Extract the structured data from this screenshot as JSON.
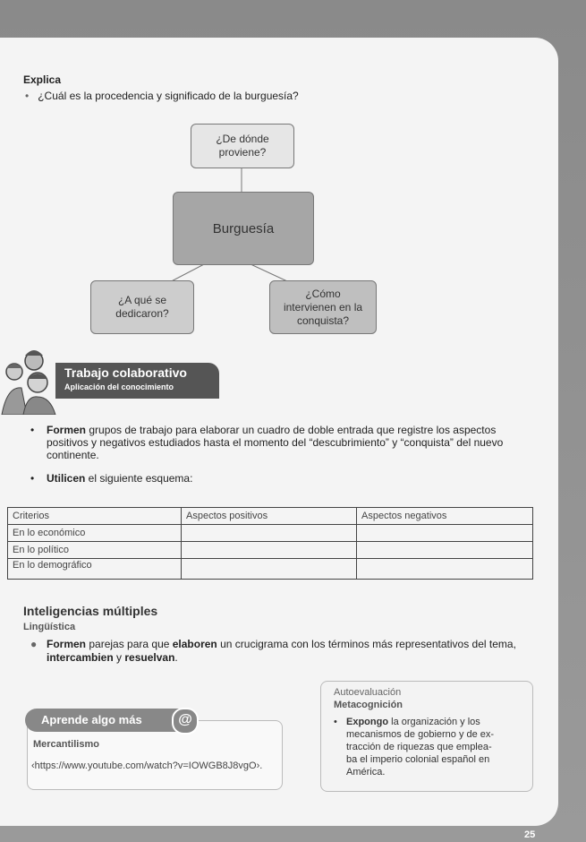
{
  "explica": {
    "title": "Explica",
    "question": "¿Cuál es la procedencia y significado de la burguesía?"
  },
  "diagram": {
    "center": "Burguesía",
    "top": [
      "¿De dónde",
      "proviene?"
    ],
    "left": [
      "¿A qué se",
      "dedicaron?"
    ],
    "right": [
      "¿Cómo",
      "intervienen en la",
      "conquista?"
    ]
  },
  "trabajo": {
    "title": "Trabajo colaborativo",
    "subtitle": "Aplicación del conocimiento",
    "bullet1_bold": "Formen",
    "bullet1_rest": " grupos de trabajo para elaborar un cuadro de doble entrada que registre los aspectos positivos y negativos estudiados hasta el momento del “descubrimiento” y “conquista” del nuevo continente.",
    "bullet2_bold": "Utilicen",
    "bullet2_rest": " el siguiente esquema:"
  },
  "table": {
    "headers": [
      "Criterios",
      "Aspectos positivos",
      "Aspectos negativos"
    ],
    "rows": [
      "En lo económico",
      "En lo político",
      "En lo demográfico"
    ]
  },
  "inteligencias": {
    "title": "Inteligencias múltiples",
    "subtitle": "Lingüística",
    "b1": "Formen",
    "t1": " parejas para que ",
    "b2": "elaboren",
    "t2": " un crucigrama con los términos más representativos del tema, ",
    "b3": "intercambien",
    "t3": " y ",
    "b4": "resuelvan",
    "t4": "."
  },
  "aprende": {
    "tab": "Aprende algo más",
    "icon": "@",
    "topic": "Mercantilismo",
    "url": "‹https://www.youtube.com/watch?v=IOWGB8J8vgO›."
  },
  "autoevaluacion": {
    "title": "Autoevaluación",
    "subtitle": "Metacognición",
    "bold": "Expongo",
    "lines": [
      " la organización y los",
      "mecanismos de gobierno y de ex-",
      "tracción de riquezas que emplea-",
      "ba el imperio colonial español en",
      "América."
    ]
  },
  "page_number": "25"
}
